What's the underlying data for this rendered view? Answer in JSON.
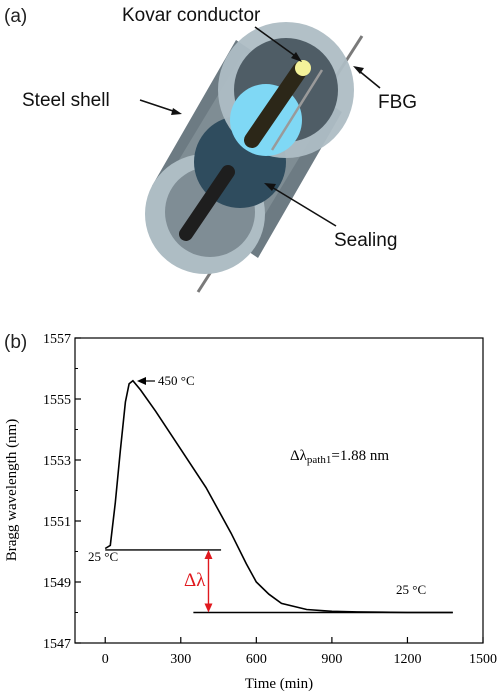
{
  "panel_a": {
    "label": "(a)",
    "callouts": {
      "kovar": "Kovar conductor",
      "steel": "Steel shell",
      "fbg": "FBG",
      "sealing": "Sealing"
    },
    "colors": {
      "shell_outer": "#aebdc4",
      "shell_dark": "#6d7b83",
      "shell_inner": "#4f5d66",
      "sealing": "#2f4c5e",
      "sealing_face": "#7fd8f5",
      "conductor": "#2f2a1c",
      "conductor_tip": "#f4f29a",
      "fiber": "#808080"
    }
  },
  "panel_b": {
    "label": "(b)",
    "annotations": {
      "peak": "450 °C",
      "start": "25 °C",
      "end": "25 °C",
      "delta_main": "Δλ",
      "delta_sub": "path1",
      "delta_rest": "=1.88 nm",
      "delta_lambda": "Δλ"
    },
    "colors": {
      "curve": "#000000",
      "delta": "#e0191e"
    }
  },
  "chart_data": {
    "type": "line",
    "xlabel": "Time (min)",
    "ylabel": "Bragg wavelength (nm)",
    "xlim": [
      -120,
      1500
    ],
    "ylim": [
      1547,
      1557
    ],
    "xticks": [
      0,
      300,
      600,
      900,
      1200,
      1500
    ],
    "yticks": [
      1547,
      1549,
      1551,
      1553,
      1555,
      1557
    ],
    "grid": false,
    "series": [
      {
        "x": [
          0,
          20,
          40,
          60,
          80,
          95,
          110,
          140,
          200,
          300,
          400,
          500,
          560,
          600,
          650,
          700,
          800,
          900,
          1000,
          1100,
          1200,
          1300,
          1380
        ],
        "y": [
          1550.1,
          1550.2,
          1551.6,
          1553.3,
          1554.9,
          1555.5,
          1555.6,
          1555.3,
          1554.6,
          1553.35,
          1552.1,
          1550.6,
          1549.6,
          1549.0,
          1548.6,
          1548.3,
          1548.1,
          1548.04,
          1548.02,
          1548.01,
          1548.0,
          1548.0,
          1548.0
        ]
      }
    ],
    "reference_lines": [
      {
        "y": 1550.05,
        "x_start": 0,
        "x_end": 460
      },
      {
        "y": 1548.0,
        "x_start": 350,
        "x_end": 1380
      }
    ],
    "delta_arrow": {
      "x": 410,
      "y_from": 1550.05,
      "y_to": 1548.0
    }
  }
}
